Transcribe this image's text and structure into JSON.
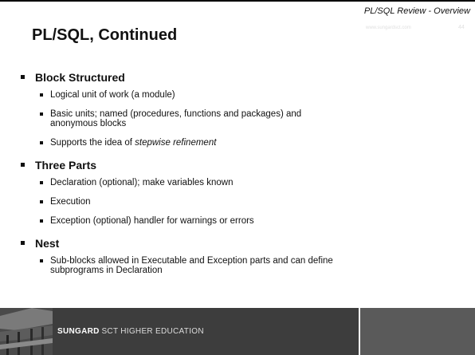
{
  "header": {
    "section_title": "PL/SQL  Review - Overview",
    "slide_title": "PL/SQL, Continued"
  },
  "content": {
    "block": {
      "heading": "Block Structured",
      "item1": "Logical unit of work (a module)",
      "item2_line1": "Basic units; named (procedures, functions and packages) and",
      "item2_line2": "anonymous blocks",
      "item3_prefix": "Supports the idea of ",
      "item3_emphasis": "stepwise refinement"
    },
    "three_parts": {
      "heading": "Three Parts",
      "item1": "Declaration (optional); make variables known",
      "item2": "Execution",
      "item3": "Exception (optional) handler for warnings or errors"
    },
    "nest": {
      "heading": "Nest",
      "item1_line1": "Sub-blocks allowed in Executable and Exception parts and can define",
      "item1_line2": "subprograms in Declaration"
    }
  },
  "footer": {
    "brand_bold": "SUNGARD",
    "brand_rest": "SCT HIGHER EDUCATION",
    "url": "www.sungardsct.com",
    "page_number": "44"
  }
}
